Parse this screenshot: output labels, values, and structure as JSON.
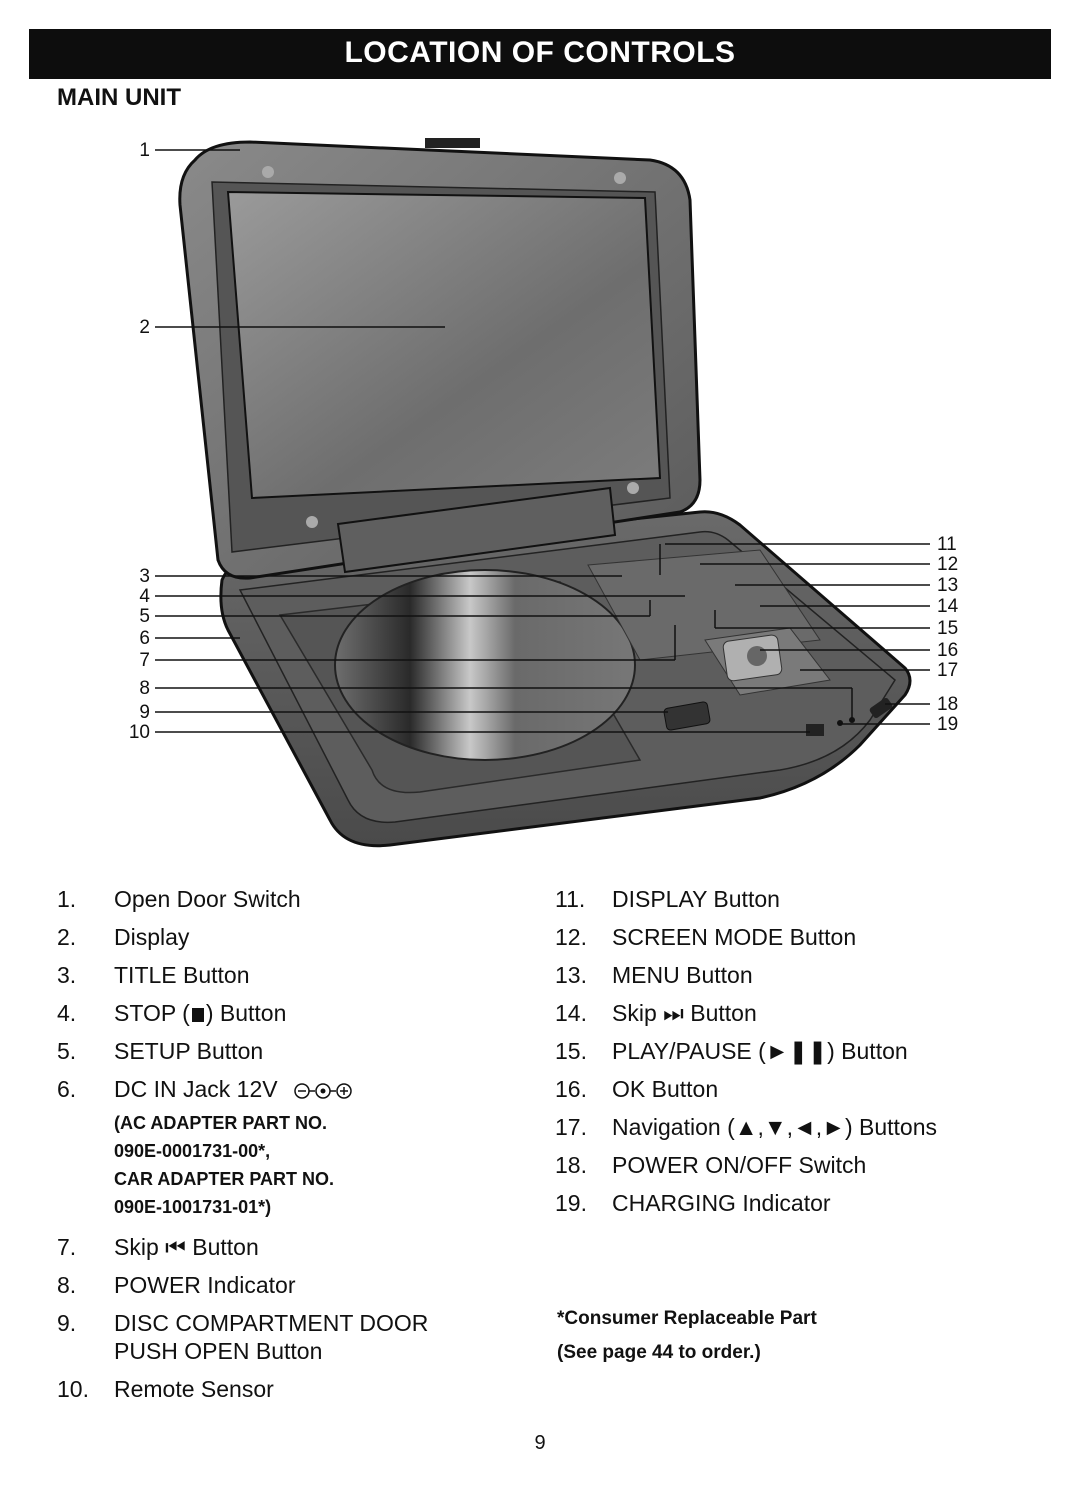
{
  "header": {
    "title": "LOCATION OF CONTROLS"
  },
  "section": {
    "title": "MAIN UNIT"
  },
  "callouts_left": [
    "1",
    "2",
    "3",
    "4",
    "5",
    "6",
    "7",
    "8",
    "9",
    "10"
  ],
  "callouts_right": [
    "11",
    "12",
    "13",
    "14",
    "15",
    "16",
    "17",
    "18",
    "19"
  ],
  "left_items": [
    {
      "num": "1.",
      "label": "Open Door Switch"
    },
    {
      "num": "2.",
      "label": "Display"
    },
    {
      "num": "3.",
      "label": "TITLE Button"
    },
    {
      "num": "4.",
      "pre": "STOP (",
      "post": ") Button",
      "icon": "stop-icon"
    },
    {
      "num": "5.",
      "label": "SETUP Button"
    },
    {
      "num": "6.",
      "label": "DC IN Jack 12V",
      "icon": "dc-polarity-icon"
    },
    {
      "num": "7.",
      "pre": "Skip ",
      "sym": "⏮",
      "post": " Button",
      "icon": "skip-back-icon"
    },
    {
      "num": "8.",
      "label": "POWER Indicator"
    },
    {
      "num": "9.",
      "label": "DISC COMPARTMENT DOOR PUSH OPEN Button"
    },
    {
      "num": "10.",
      "label": "Remote Sensor"
    }
  ],
  "adapter_note": {
    "line1": "(AC ADAPTER PART NO.",
    "line2": "090E-0001731-00*,",
    "line3": "CAR ADAPTER PART NO.",
    "line4": "090E-1001731-01*)"
  },
  "right_items": [
    {
      "num": "11.",
      "label": "DISPLAY Button"
    },
    {
      "num": "12.",
      "label": "SCREEN MODE Button"
    },
    {
      "num": "13.",
      "label": "MENU Button"
    },
    {
      "num": "14.",
      "pre": "Skip ",
      "sym": "⏭",
      "post": " Button",
      "icon": "skip-forward-icon"
    },
    {
      "num": "15.",
      "pre": "PLAY/PAUSE (",
      "sym": "►❚❚",
      "post": ") Button",
      "icon": "play-pause-icon"
    },
    {
      "num": "16.",
      "label": "OK Button"
    },
    {
      "num": "17.",
      "pre": "Navigation (",
      "sym": "▲,▼,◄,►",
      "post": ") Buttons",
      "icon": "navigation-arrows-icon"
    },
    {
      "num": "18.",
      "label": "POWER ON/OFF Switch"
    },
    {
      "num": "19.",
      "label": "CHARGING Indicator"
    }
  ],
  "footnote": {
    "line1": "*Consumer Replaceable Part",
    "line2": "(See page 44 to order.)"
  },
  "page_number": "9"
}
